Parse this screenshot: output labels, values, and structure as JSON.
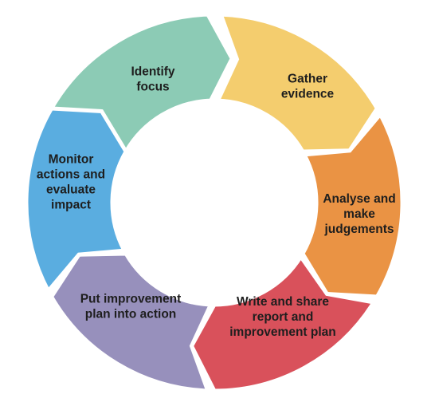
{
  "diagram": {
    "type": "cycle",
    "segments": [
      {
        "id": "identify-focus",
        "lines": [
          "Identify",
          "focus"
        ],
        "color": "#8ccbb5"
      },
      {
        "id": "gather-evidence",
        "lines": [
          "Gather",
          "evidence"
        ],
        "color": "#f4cd6e"
      },
      {
        "id": "analyse-judgements",
        "lines": [
          "Analyse and",
          "make",
          "judgements"
        ],
        "color": "#ea9344"
      },
      {
        "id": "write-share-report",
        "lines": [
          "Write and share",
          "report and",
          "improvement plan"
        ],
        "color": "#d9515b"
      },
      {
        "id": "put-plan-into-action",
        "lines": [
          "Put improvement",
          "plan into action"
        ],
        "color": "#9790bc"
      },
      {
        "id": "monitor-evaluate",
        "lines": [
          "Monitor",
          "actions and",
          "evaluate",
          "impact"
        ],
        "color": "#5aade0"
      }
    ]
  }
}
